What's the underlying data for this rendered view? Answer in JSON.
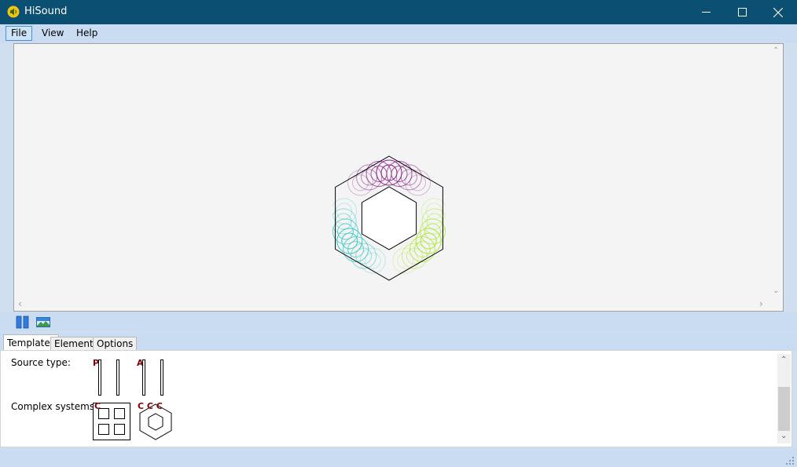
{
  "app": {
    "title": "HiSound"
  },
  "menu": {
    "file": "File",
    "view": "View",
    "help": "Help"
  },
  "tabs": {
    "templates": "Templates",
    "elements": "Elements",
    "options": "Options"
  },
  "templates": {
    "source_type_label": "Source type:",
    "complex_systems_label": "Complex systems:",
    "source_items": [
      {
        "letter": "P"
      },
      {
        "letter": ""
      },
      {
        "letter": "A"
      },
      {
        "letter": ""
      }
    ],
    "complex_items": [
      {
        "letter": "C"
      },
      {
        "letter": "C C C"
      }
    ]
  },
  "colors": {
    "titlebar": "#0b4f72",
    "chrome": "#c9dcf2",
    "canvas": "#f4f4f4",
    "purple": "#8a1a8a",
    "lime": "#a8e830",
    "cyan": "#35c8c8",
    "template_red": "#8b0000"
  },
  "icons": {
    "app": "speaker-icon",
    "pause": "pause-icon",
    "image": "image-icon"
  }
}
